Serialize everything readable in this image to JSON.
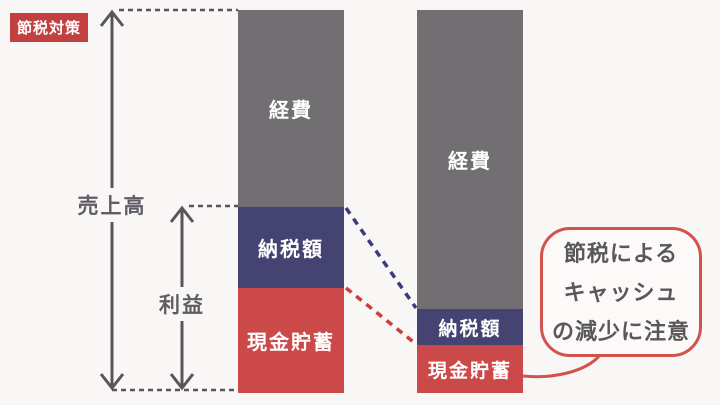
{
  "badge": {
    "label": "節税対策"
  },
  "measures": {
    "sales_label": "売上高",
    "profit_label": "利益"
  },
  "bars": {
    "before": {
      "segments": [
        {
          "name": "expenses",
          "label": "経費"
        },
        {
          "name": "tax-paid",
          "label": "納税額"
        },
        {
          "name": "cash-savings",
          "label": "現金貯蓄"
        }
      ]
    },
    "after": {
      "segments": [
        {
          "name": "expenses",
          "label": "経費"
        },
        {
          "name": "tax-paid",
          "label": "納税額"
        },
        {
          "name": "cash-savings",
          "label": "現金貯蓄"
        }
      ]
    }
  },
  "callout": {
    "lines": [
      "節税による",
      "キャッシュ",
      "の減少に注意"
    ]
  },
  "colors": {
    "background": "#f8f7f5",
    "expenses_gray": "#716f71",
    "tax_navy": "#454371",
    "cash_red": "#cc4949",
    "badge_red": "#c24040",
    "callout_border_red": "#d4524e",
    "callout_text_gray": "#595759",
    "measure_text_gray": "#5f5d63",
    "annotation_line_gray": "#58565c",
    "connector_navy": "#3d3b80",
    "connector_red": "#d03c3c"
  },
  "chart_data": {
    "type": "bar",
    "stacked": true,
    "categories": [
      "left-bar",
      "right-bar"
    ],
    "series": [
      {
        "name": "経費",
        "values_pct": [
          51,
          78
        ]
      },
      {
        "name": "納税額",
        "values_pct": [
          21,
          9
        ]
      },
      {
        "name": "現金貯蓄",
        "values_pct": [
          27,
          13
        ]
      }
    ],
    "title": "",
    "xlabel": "",
    "ylabel": "",
    "annotations": [
      "売上高",
      "利益",
      "節税による キャッシュ の減少に注意"
    ],
    "legend": "none",
    "grid": false
  }
}
